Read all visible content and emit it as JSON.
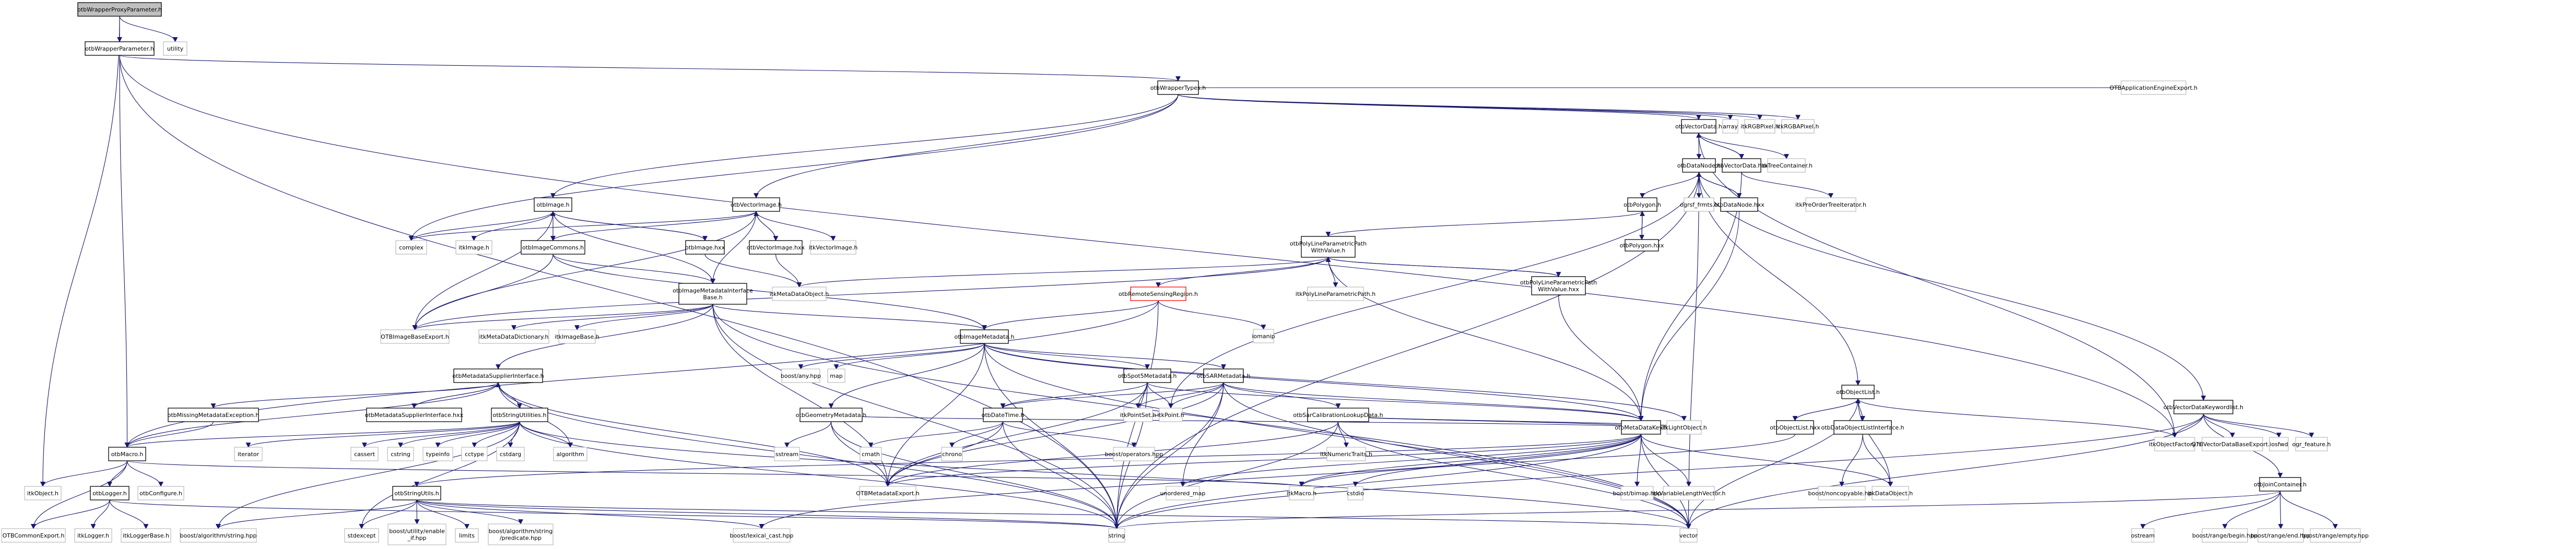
{
  "title": "otbWrapperProxyParameter.h include dependency graph",
  "colors": {
    "edge": "#191970",
    "local_border": "#000000",
    "external_border": "#bfbfbf",
    "root_fill": "#bfbfbf",
    "highlight_border": "#ff0000"
  },
  "nodes": [
    {
      "id": "proxy",
      "label": "otbWrapperProxyParameter.h",
      "kind": "root"
    },
    {
      "id": "param",
      "label": "otbWrapperParameter.h",
      "kind": "local"
    },
    {
      "id": "utility",
      "label": "utility",
      "kind": "external"
    },
    {
      "id": "types",
      "label": "otbWrapperTypes.h",
      "kind": "local"
    },
    {
      "id": "appexport",
      "label": "OTBApplicationEngineExport.h",
      "kind": "external"
    },
    {
      "id": "vdata",
      "label": "otbVectorData.h",
      "kind": "local"
    },
    {
      "id": "array",
      "label": "array",
      "kind": "external"
    },
    {
      "id": "rgb",
      "label": "itkRGBPixel.h",
      "kind": "external"
    },
    {
      "id": "rgba",
      "label": "itkRGBAPixel.h",
      "kind": "external"
    },
    {
      "id": "dnode",
      "label": "otbDataNode.h",
      "kind": "local"
    },
    {
      "id": "vdatahxx",
      "label": "otbVectorData.hxx",
      "kind": "local"
    },
    {
      "id": "treecont",
      "label": "itkTreeContainer.h",
      "kind": "external"
    },
    {
      "id": "polygon",
      "label": "otbPolygon.h",
      "kind": "local"
    },
    {
      "id": "ogrsf",
      "label": "ogrsf_frmts.h",
      "kind": "external"
    },
    {
      "id": "dnodehxx",
      "label": "otbDataNode.hxx",
      "kind": "local"
    },
    {
      "id": "preorder",
      "label": "itkPreOrderTreeIterator.h",
      "kind": "external"
    },
    {
      "id": "polygonhxx",
      "label": "otbPolygon.hxx",
      "kind": "local"
    },
    {
      "id": "polyline",
      "label": "otbPolyLineParametricPath WithValue.h",
      "kind": "local"
    },
    {
      "id": "itkpolyline",
      "label": "itkPolyLineParametricPath.h",
      "kind": "external"
    },
    {
      "id": "polylinehxx",
      "label": "otbPolyLineParametricPath WithValue.hxx",
      "kind": "local"
    },
    {
      "id": "image",
      "label": "otbImage.h",
      "kind": "local"
    },
    {
      "id": "vimage",
      "label": "otbVectorImage.h",
      "kind": "local"
    },
    {
      "id": "complex",
      "label": "complex",
      "kind": "external"
    },
    {
      "id": "itkimage",
      "label": "itkImage.h",
      "kind": "external"
    },
    {
      "id": "imgcommons",
      "label": "otbImageCommons.h",
      "kind": "local"
    },
    {
      "id": "imagehxx",
      "label": "otbImage.hxx",
      "kind": "local"
    },
    {
      "id": "vimagehxx",
      "label": "otbVectorImage.hxx",
      "kind": "local"
    },
    {
      "id": "itkvimage",
      "label": "itkVectorImage.h",
      "kind": "external"
    },
    {
      "id": "imibase",
      "label": "otbImageMetadataInterface Base.h",
      "kind": "local"
    },
    {
      "id": "mdobject",
      "label": "itkMetaDataObject.h",
      "kind": "external"
    },
    {
      "id": "rsregion",
      "label": "otbRemoteSensingRegion.h",
      "kind": "highlight"
    },
    {
      "id": "iomanip",
      "label": "iomanip",
      "kind": "external"
    },
    {
      "id": "imgbaseexport",
      "label": "OTBImageBaseExport.h",
      "kind": "external"
    },
    {
      "id": "mddict",
      "label": "itkMetaDataDictionary.h",
      "kind": "external"
    },
    {
      "id": "imagebase",
      "label": "itkImageBase.h",
      "kind": "external"
    },
    {
      "id": "imgmd",
      "label": "otbImageMetadata.h",
      "kind": "local"
    },
    {
      "id": "mdsupplier",
      "label": "otbMetadataSupplierInterface.h",
      "kind": "local"
    },
    {
      "id": "boostany",
      "label": "boost/any.hpp",
      "kind": "external"
    },
    {
      "id": "map",
      "label": "map",
      "kind": "external"
    },
    {
      "id": "spot5",
      "label": "otbSpot5Metadata.h",
      "kind": "local"
    },
    {
      "id": "sarmd",
      "label": "otbSARMetadata.h",
      "kind": "local"
    },
    {
      "id": "missingmd",
      "label": "otbMissingMetadataException.h",
      "kind": "local"
    },
    {
      "id": "mdsupplierhxx",
      "label": "otbMetadataSupplierInterface.hxx",
      "kind": "local"
    },
    {
      "id": "strutilities",
      "label": "otbStringUtilities.h",
      "kind": "local"
    },
    {
      "id": "geommd",
      "label": "otbGeometryMetadata.h",
      "kind": "local"
    },
    {
      "id": "datetime",
      "label": "otbDateTime.h",
      "kind": "local"
    },
    {
      "id": "pointset",
      "label": "itkPointSet.h",
      "kind": "external"
    },
    {
      "id": "itkpoint",
      "label": "itkPoint.h",
      "kind": "external"
    },
    {
      "id": "sarcal",
      "label": "otbSarCalibrationLookupData.h",
      "kind": "local"
    },
    {
      "id": "objlist",
      "label": "otbObjectList.h",
      "kind": "local"
    },
    {
      "id": "vdkeyword",
      "label": "otbVectorDataKeywordlist.h",
      "kind": "local"
    },
    {
      "id": "macro",
      "label": "otbMacro.h",
      "kind": "local"
    },
    {
      "id": "iterator",
      "label": "iterator",
      "kind": "external"
    },
    {
      "id": "cassert",
      "label": "cassert",
      "kind": "external"
    },
    {
      "id": "cstring",
      "label": "cstring",
      "kind": "external"
    },
    {
      "id": "typeinfo",
      "label": "typeinfo",
      "kind": "external"
    },
    {
      "id": "cctype",
      "label": "cctype",
      "kind": "external"
    },
    {
      "id": "cstdarg",
      "label": "cstdarg",
      "kind": "external"
    },
    {
      "id": "algorithm",
      "label": "algorithm",
      "kind": "external"
    },
    {
      "id": "sstream",
      "label": "sstream",
      "kind": "external"
    },
    {
      "id": "cmath",
      "label": "cmath",
      "kind": "external"
    },
    {
      "id": "chrono",
      "label": "chrono",
      "kind": "external"
    },
    {
      "id": "boostops",
      "label": "boost/operators.hpp",
      "kind": "external"
    },
    {
      "id": "numtraits",
      "label": "itkNumericTraits.h",
      "kind": "external"
    },
    {
      "id": "mdkey",
      "label": "otbMetaDataKey.h",
      "kind": "local"
    },
    {
      "id": "lightobj",
      "label": "itkLightObject.h",
      "kind": "external"
    },
    {
      "id": "objlisthxx",
      "label": "otbObjectList.hxx",
      "kind": "local"
    },
    {
      "id": "dolistif",
      "label": "otbDataObjectListInterface.h",
      "kind": "local"
    },
    {
      "id": "objfactory",
      "label": "itkObjectFactory.h",
      "kind": "external"
    },
    {
      "id": "vdbaseexport",
      "label": "OTBVectorDataBaseExport.h",
      "kind": "external"
    },
    {
      "id": "iosfwd",
      "label": "iosfwd",
      "kind": "external"
    },
    {
      "id": "ogrfeature",
      "label": "ogr_feature.h",
      "kind": "external"
    },
    {
      "id": "itkobject",
      "label": "itkObject.h",
      "kind": "external"
    },
    {
      "id": "logger",
      "label": "otbLogger.h",
      "kind": "local"
    },
    {
      "id": "configure",
      "label": "otbConfigure.h",
      "kind": "external"
    },
    {
      "id": "strutils",
      "label": "otbStringUtils.h",
      "kind": "local"
    },
    {
      "id": "mdexport",
      "label": "OTBMetadataExport.h",
      "kind": "external"
    },
    {
      "id": "unordmap",
      "label": "unordered_map",
      "kind": "external"
    },
    {
      "id": "itkmacro",
      "label": "itkMacro.h",
      "kind": "external"
    },
    {
      "id": "cstdio",
      "label": "cstdio",
      "kind": "external"
    },
    {
      "id": "bimap",
      "label": "boost/bimap.hpp",
      "kind": "external"
    },
    {
      "id": "varlen",
      "label": "itkVariableLengthVector.h",
      "kind": "external"
    },
    {
      "id": "noncopy",
      "label": "boost/noncopyable.hpp",
      "kind": "external"
    },
    {
      "id": "dataobj",
      "label": "itkDataObject.h",
      "kind": "external"
    },
    {
      "id": "joincont",
      "label": "otbJoinContainer.h",
      "kind": "local"
    },
    {
      "id": "commonexport",
      "label": "OTBCommonExport.h",
      "kind": "external"
    },
    {
      "id": "itklogger",
      "label": "itkLogger.h",
      "kind": "external"
    },
    {
      "id": "loggerbase",
      "label": "itkLoggerBase.h",
      "kind": "external"
    },
    {
      "id": "boostalgstr",
      "label": "boost/algorithm/string.hpp",
      "kind": "external"
    },
    {
      "id": "stdexcept",
      "label": "stdexcept",
      "kind": "external"
    },
    {
      "id": "enableif",
      "label": "boost/utility/enable _if.hpp",
      "kind": "external"
    },
    {
      "id": "limits",
      "label": "limits",
      "kind": "external"
    },
    {
      "id": "predicate",
      "label": "boost/algorithm/string /predicate.hpp",
      "kind": "external"
    },
    {
      "id": "lexcast",
      "label": "boost/lexical_cast.hpp",
      "kind": "external"
    },
    {
      "id": "string",
      "label": "string",
      "kind": "external"
    },
    {
      "id": "vector",
      "label": "vector",
      "kind": "external"
    },
    {
      "id": "ostream",
      "label": "ostream",
      "kind": "external"
    },
    {
      "id": "rbegin",
      "label": "boost/range/begin.hpp",
      "kind": "external"
    },
    {
      "id": "rend",
      "label": "boost/range/end.hpp",
      "kind": "external"
    },
    {
      "id": "rempty",
      "label": "boost/range/empty.hpp",
      "kind": "external"
    }
  ],
  "edges": [
    [
      "proxy",
      "param"
    ],
    [
      "proxy",
      "utility"
    ],
    [
      "proxy",
      "itkobject"
    ],
    [
      "param",
      "types"
    ],
    [
      "param",
      "macro"
    ],
    [
      "param",
      "string"
    ],
    [
      "param",
      "objfactory"
    ],
    [
      "types",
      "appexport"
    ],
    [
      "types",
      "vdata"
    ],
    [
      "types",
      "array"
    ],
    [
      "types",
      "rgb"
    ],
    [
      "types",
      "rgba"
    ],
    [
      "types",
      "image"
    ],
    [
      "types",
      "vimage"
    ],
    [
      "types",
      "complex"
    ],
    [
      "vdata",
      "dnode"
    ],
    [
      "vdata",
      "vdatahxx"
    ],
    [
      "vdata",
      "treecont"
    ],
    [
      "vdata",
      "objfactory"
    ],
    [
      "vdatahxx",
      "vdata"
    ],
    [
      "vdatahxx",
      "preorder"
    ],
    [
      "vdatahxx",
      "mdkey"
    ],
    [
      "dnode",
      "polygon"
    ],
    [
      "dnode",
      "ogrsf"
    ],
    [
      "dnode",
      "dnodehxx"
    ],
    [
      "dnode",
      "objlist"
    ],
    [
      "dnode",
      "vdkeyword"
    ],
    [
      "dnode",
      "string"
    ],
    [
      "dnode",
      "vector"
    ],
    [
      "dnode",
      "itkpoint"
    ],
    [
      "dnodehxx",
      "dnode"
    ],
    [
      "dnodehxx",
      "mdkey"
    ],
    [
      "polygon",
      "polyline"
    ],
    [
      "polygon",
      "polygonhxx"
    ],
    [
      "polygonhxx",
      "polygon"
    ],
    [
      "polyline",
      "itkpolyline"
    ],
    [
      "polyline",
      "polylinehxx"
    ],
    [
      "polyline",
      "rsregion"
    ],
    [
      "polyline",
      "mdobject"
    ],
    [
      "polyline",
      "imgbaseexport"
    ],
    [
      "polyline",
      "mdkey"
    ],
    [
      "polylinehxx",
      "polyline"
    ],
    [
      "polylinehxx",
      "mdkey"
    ],
    [
      "image",
      "complex"
    ],
    [
      "image",
      "itkimage"
    ],
    [
      "image",
      "imgcommons"
    ],
    [
      "image",
      "imagehxx"
    ],
    [
      "image",
      "imgbaseexport"
    ],
    [
      "image",
      "imibase"
    ],
    [
      "imagehxx",
      "image"
    ],
    [
      "imagehxx",
      "mdobject"
    ],
    [
      "vimage",
      "complex"
    ],
    [
      "vimage",
      "vimagehxx"
    ],
    [
      "vimage",
      "itkvimage"
    ],
    [
      "vimage",
      "imibase"
    ],
    [
      "vimage",
      "imgcommons"
    ],
    [
      "vimage",
      "imgbaseexport"
    ],
    [
      "vimagehxx",
      "vimage"
    ],
    [
      "vimagehxx",
      "mdobject"
    ],
    [
      "imgcommons",
      "imgbaseexport"
    ],
    [
      "imgcommons",
      "imgmd"
    ],
    [
      "imgcommons",
      "imibase"
    ],
    [
      "imibase",
      "mddict"
    ],
    [
      "imibase",
      "imagebase"
    ],
    [
      "imibase",
      "imgmd"
    ],
    [
      "imibase",
      "mdsupplier"
    ],
    [
      "imibase",
      "imgbaseexport"
    ],
    [
      "imibase",
      "string"
    ],
    [
      "imibase",
      "vector"
    ],
    [
      "imibase",
      "mdexport"
    ],
    [
      "rsregion",
      "imgmd"
    ],
    [
      "rsregion",
      "iomanip"
    ],
    [
      "rsregion",
      "macro"
    ],
    [
      "rsregion",
      "string"
    ],
    [
      "imgmd",
      "boostany"
    ],
    [
      "imgmd",
      "map"
    ],
    [
      "imgmd",
      "spot5"
    ],
    [
      "imgmd",
      "sarmd"
    ],
    [
      "imgmd",
      "geommd"
    ],
    [
      "imgmd",
      "mdkey"
    ],
    [
      "imgmd",
      "mdexport"
    ],
    [
      "imgmd",
      "string"
    ],
    [
      "imgmd",
      "vector"
    ],
    [
      "imgmd",
      "lightobj"
    ],
    [
      "mdsupplier",
      "missingmd"
    ],
    [
      "mdsupplier",
      "mdsupplierhxx"
    ],
    [
      "mdsupplier",
      "strutilities"
    ],
    [
      "mdsupplier",
      "macro"
    ],
    [
      "mdsupplier",
      "algorithm"
    ],
    [
      "mdsupplier",
      "string"
    ],
    [
      "mdsupplier",
      "mdexport"
    ],
    [
      "mdsupplierhxx",
      "mdsupplier"
    ],
    [
      "missingmd",
      "macro"
    ],
    [
      "strutilities",
      "iterator"
    ],
    [
      "strutilities",
      "cassert"
    ],
    [
      "strutilities",
      "cstring"
    ],
    [
      "strutilities",
      "typeinfo"
    ],
    [
      "strutilities",
      "cctype"
    ],
    [
      "strutilities",
      "cstdarg"
    ],
    [
      "strutilities",
      "algorithm"
    ],
    [
      "strutilities",
      "string"
    ],
    [
      "strutilities",
      "vector"
    ],
    [
      "strutilities",
      "stdexcept"
    ],
    [
      "strutilities",
      "boostalgstr"
    ],
    [
      "strutilities",
      "macro"
    ],
    [
      "geommd",
      "sstream"
    ],
    [
      "geommd",
      "mdexport"
    ],
    [
      "geommd",
      "mdkey"
    ],
    [
      "geommd",
      "string"
    ],
    [
      "spot5",
      "datetime"
    ],
    [
      "spot5",
      "pointset"
    ],
    [
      "spot5",
      "itkpoint"
    ],
    [
      "spot5",
      "mdkey"
    ],
    [
      "spot5",
      "string"
    ],
    [
      "spot5",
      "mdexport"
    ],
    [
      "sarmd",
      "datetime"
    ],
    [
      "sarmd",
      "pointset"
    ],
    [
      "sarmd",
      "itkpoint"
    ],
    [
      "sarmd",
      "sarcal"
    ],
    [
      "sarmd",
      "mdkey"
    ],
    [
      "sarmd",
      "string"
    ],
    [
      "sarmd",
      "vector"
    ],
    [
      "sarmd",
      "unordmap"
    ],
    [
      "sarmd",
      "mdexport"
    ],
    [
      "datetime",
      "cmath"
    ],
    [
      "datetime",
      "chrono"
    ],
    [
      "datetime",
      "boostops"
    ],
    [
      "datetime",
      "mdexport"
    ],
    [
      "datetime",
      "string"
    ],
    [
      "sarcal",
      "numtraits"
    ],
    [
      "sarcal",
      "mdkey"
    ],
    [
      "sarcal",
      "lightobj"
    ],
    [
      "sarcal",
      "string"
    ],
    [
      "sarcal",
      "vector"
    ],
    [
      "sarcal",
      "mdexport"
    ],
    [
      "objlist",
      "objlisthxx"
    ],
    [
      "objlist",
      "dolistif"
    ],
    [
      "objlist",
      "objfactory"
    ],
    [
      "objlist",
      "dataobj"
    ],
    [
      "objlist",
      "vector"
    ],
    [
      "objlisthxx",
      "objlist"
    ],
    [
      "objlisthxx",
      "itkmacro"
    ],
    [
      "dolistif",
      "noncopy"
    ],
    [
      "dolistif",
      "dataobj"
    ],
    [
      "vdkeyword",
      "objfactory"
    ],
    [
      "vdkeyword",
      "vdbaseexport"
    ],
    [
      "vdkeyword",
      "iosfwd"
    ],
    [
      "vdkeyword",
      "ogrfeature"
    ],
    [
      "vdkeyword",
      "joincont"
    ],
    [
      "vdkeyword",
      "vector"
    ],
    [
      "vdkeyword",
      "string"
    ],
    [
      "macro",
      "itkobject"
    ],
    [
      "macro",
      "logger"
    ],
    [
      "macro",
      "configure"
    ],
    [
      "macro",
      "commonexport"
    ],
    [
      "macro",
      "itkmacro"
    ],
    [
      "logger",
      "commonexport"
    ],
    [
      "logger",
      "itklogger"
    ],
    [
      "logger",
      "loggerbase"
    ],
    [
      "logger",
      "string"
    ],
    [
      "mdkey",
      "cstdio"
    ],
    [
      "mdkey",
      "bimap"
    ],
    [
      "mdkey",
      "varlen"
    ],
    [
      "mdkey",
      "string"
    ],
    [
      "mdkey",
      "vector"
    ],
    [
      "mdkey",
      "strutils"
    ],
    [
      "mdkey",
      "unordmap"
    ],
    [
      "mdkey",
      "itkmacro"
    ],
    [
      "mdkey",
      "mdexport"
    ],
    [
      "mdkey",
      "lexcast"
    ],
    [
      "mdkey",
      "dataobj"
    ],
    [
      "strutils",
      "boostalgstr"
    ],
    [
      "strutils",
      "stdexcept"
    ],
    [
      "strutils",
      "enableif"
    ],
    [
      "strutils",
      "limits"
    ],
    [
      "strutils",
      "predicate"
    ],
    [
      "strutils",
      "string"
    ],
    [
      "strutils",
      "vector"
    ],
    [
      "strutils",
      "lexcast"
    ],
    [
      "joincont",
      "ostream"
    ],
    [
      "joincont",
      "rbegin"
    ],
    [
      "joincont",
      "rend"
    ],
    [
      "joincont",
      "rempty"
    ],
    [
      "joincont",
      "string"
    ]
  ]
}
